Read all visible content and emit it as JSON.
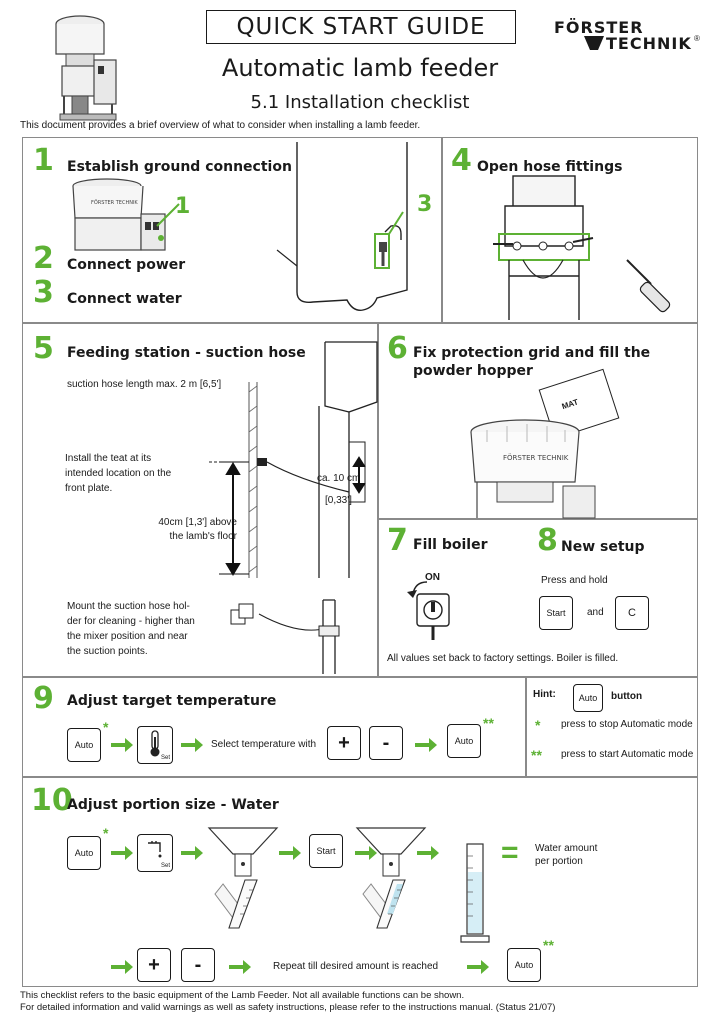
{
  "header": {
    "guide_title": "QUICK START GUIDE",
    "brand_line1": "FÖRSTER",
    "brand_line2": "TECHNIK",
    "brand_mark": "®",
    "product": "Automatic lamb feeder",
    "section": "5.1 Installation checklist",
    "intro": "This document provides a brief overview of what to consider when installing a lamb feeder."
  },
  "steps": {
    "s1": {
      "num": "1",
      "title": "Establish ground connection",
      "callout": "1"
    },
    "s2": {
      "num": "2",
      "title": "Connect power"
    },
    "s3": {
      "num": "3",
      "title": "Connect water",
      "callout": "3"
    },
    "s4": {
      "num": "4",
      "title": "Open hose fittings"
    },
    "s5": {
      "num": "5",
      "title": "Feeding station - suction hose",
      "hose_len": "suction hose length max. 2 m [6,5']",
      "teat_l1": "Install the teat at its",
      "teat_l2": "intended location on the",
      "teat_l3": "front plate.",
      "height_l1": "40cm [1,3'] above",
      "height_l2": "the lamb's floor",
      "gap_l1": "ca. 10 cm",
      "gap_l2": "[0,33']",
      "holder_l1": "Mount the suction hose hol-",
      "holder_l2": "der for cleaning - higher than",
      "holder_l3": "the mixer position and near",
      "holder_l4": "the suction points."
    },
    "s6": {
      "num": "6",
      "title_l1": "Fix protection grid and fill the",
      "title_l2": "powder hopper",
      "bag_label": "MAT"
    },
    "s7": {
      "num": "7",
      "title": "Fill boiler",
      "switch_label": "ON"
    },
    "s8": {
      "num": "8",
      "title": "New setup",
      "press": "Press and hold",
      "key1": "Start",
      "and": "and",
      "key2": "C"
    },
    "s78_note": "All values set back to factory settings. Boiler is filled.",
    "s9": {
      "num": "9",
      "title": "Adjust target temperature",
      "key_auto": "Auto",
      "key_set": "Set",
      "select_text": "Select temperature with",
      "plus": "+",
      "minus": "-",
      "key_auto2": "Auto"
    },
    "hint": {
      "label": "Hint:",
      "key": "Auto",
      "button": "button",
      "star1": "*",
      "text1": "press to stop Automatic mode",
      "star2": "**",
      "text2": "press to start Automatic mode"
    },
    "s10": {
      "num": "10",
      "title": "Adjust portion size - Water",
      "key_auto": "Auto",
      "key_set": "Set",
      "key_start": "Start",
      "equals": "=",
      "water_l1": "Water amount",
      "water_l2": "per portion",
      "plus": "+",
      "minus": "-",
      "repeat": "Repeat till desired amount is reached",
      "key_auto2": "Auto"
    }
  },
  "stars": {
    "single": "*",
    "double": "**"
  },
  "footer": {
    "l1": "This checklist refers to the basic equipment of the Lamb Feeder. Not all available functions can be shown.",
    "l2": "For detailed information and valid warnings as well as safety instructions, please refer to the instructions manual. (Status 21/07)"
  },
  "colors": {
    "accent": "#5db134",
    "border": "#8a8a8a",
    "text": "#1a1a1a"
  }
}
